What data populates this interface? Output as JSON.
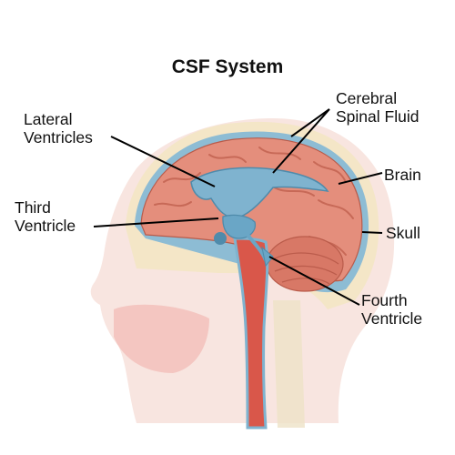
{
  "title": "CSF System",
  "labels": {
    "lateral_ventricles": [
      "Lateral",
      "Ventricles"
    ],
    "third_ventricle": [
      "Third",
      "Ventricle"
    ],
    "csf": [
      "Cerebral",
      "Spinal Fluid"
    ],
    "brain": "Brain",
    "skull": "Skull",
    "fourth_ventricle": [
      "Fourth",
      "Ventricle"
    ]
  },
  "colors": {
    "brain": "#e48e7c",
    "brain_dark": "#c0604e",
    "csf": "#7fb3cf",
    "skull": "#f3e8c9",
    "skin": "#f6d8d3",
    "spinal_cord": "#d9574a"
  }
}
